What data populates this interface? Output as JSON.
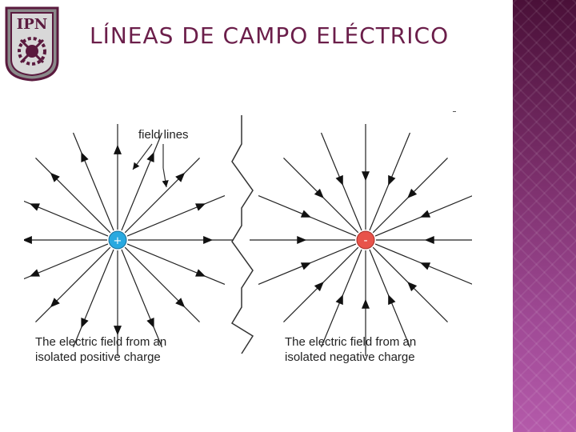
{
  "slide": {
    "title": "LÍNEAS DE CAMPO ELÉCTRICO",
    "logo": {
      "text": "IPN",
      "icon": "ipn-logo"
    },
    "accent_color": "#6b1e4a",
    "side_bar_color": "#7a2e6a"
  },
  "diagram": {
    "field_lines_label": "field lines",
    "positive": {
      "symbol": "+",
      "color": "#29a9e0",
      "caption_line1": "The electric field from an",
      "caption_line2": "isolated positive charge"
    },
    "negative": {
      "symbol": "-",
      "color": "#e8534a",
      "caption_line1": "The electric field from an",
      "caption_line2": "isolated negative charge"
    }
  }
}
